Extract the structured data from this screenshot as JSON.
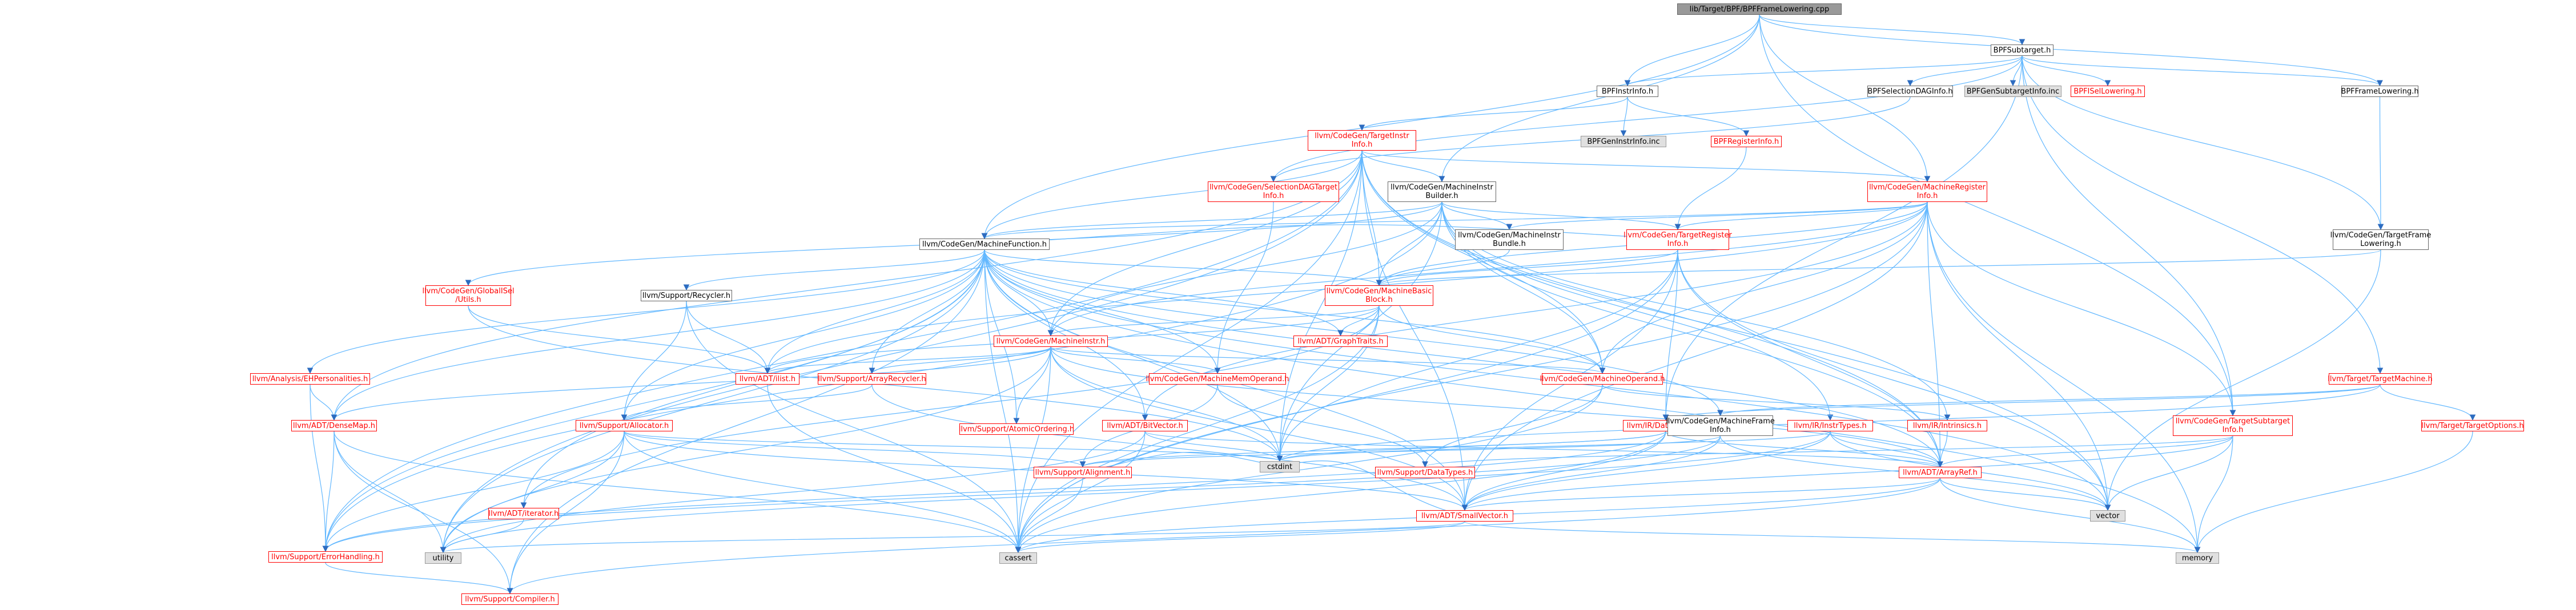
{
  "colors": {
    "edge": "#63b8ff",
    "edge_head": "#2d6cc0",
    "red": "#ff0000",
    "gray_fill": "#e0e0e0",
    "root_fill": "#999999"
  },
  "nodes": [
    {
      "id": "root",
      "label": "lib/Target/BPF/BPFFrameLowering.cpp",
      "kind": "root"
    },
    {
      "id": "subtarget",
      "label": "BPFSubtarget.h",
      "kind": "plain"
    },
    {
      "id": "instrinfo",
      "label": "BPFInstrInfo.h",
      "kind": "plain"
    },
    {
      "id": "seldag",
      "label": "BPFSelectionDAGInfo.h",
      "kind": "plain"
    },
    {
      "id": "gensub",
      "label": "BPFGenSubtargetInfo.inc",
      "kind": "gray"
    },
    {
      "id": "isellow",
      "label": "BPFISelLowering.h",
      "kind": "red"
    },
    {
      "id": "framelow",
      "label": "BPFFrameLowering.h",
      "kind": "plain"
    },
    {
      "id": "tii",
      "label": "llvm/CodeGen/TargetInstr\nInfo.h",
      "kind": "red"
    },
    {
      "id": "geninstr",
      "label": "BPFGenInstrInfo.inc",
      "kind": "gray"
    },
    {
      "id": "reginfo",
      "label": "BPFRegisterInfo.h",
      "kind": "red"
    },
    {
      "id": "sdagtarget",
      "label": "llvm/CodeGen/SelectionDAGTarget\nInfo.h",
      "kind": "red"
    },
    {
      "id": "mibuilder",
      "label": "llvm/CodeGen/MachineInstr\nBuilder.h",
      "kind": "plain"
    },
    {
      "id": "mreginfo",
      "label": "llvm/CodeGen/MachineRegister\nInfo.h",
      "kind": "red"
    },
    {
      "id": "tfl",
      "label": "llvm/CodeGen/TargetFrame\nLowering.h",
      "kind": "plain"
    },
    {
      "id": "mfunc",
      "label": "llvm/CodeGen/MachineFunction.h",
      "kind": "plain"
    },
    {
      "id": "mibundle",
      "label": "llvm/CodeGen/MachineInstr\nBundle.h",
      "kind": "plain"
    },
    {
      "id": "tri",
      "label": "llvm/CodeGen/TargetRegister\nInfo.h",
      "kind": "red"
    },
    {
      "id": "globalisel",
      "label": "llvm/CodeGen/GlobalISel\n/Utils.h",
      "kind": "red"
    },
    {
      "id": "mbb",
      "label": "llvm/CodeGen/MachineBasic\nBlock.h",
      "kind": "red"
    },
    {
      "id": "recycler",
      "label": "llvm/Support/Recycler.h",
      "kind": "plain"
    },
    {
      "id": "graphtraits",
      "label": "llvm/ADT/GraphTraits.h",
      "kind": "red"
    },
    {
      "id": "ehpers",
      "label": "llvm/Analysis/EHPersonalities.h",
      "kind": "red"
    },
    {
      "id": "minstr",
      "label": "llvm/CodeGen/MachineInstr.h",
      "kind": "red"
    },
    {
      "id": "ilist",
      "label": "llvm/ADT/ilist.h",
      "kind": "red"
    },
    {
      "id": "arrrecycler",
      "label": "llvm/Support/ArrayRecycler.h",
      "kind": "red"
    },
    {
      "id": "mmemop",
      "label": "llvm/CodeGen/MachineMemOperand.h",
      "kind": "red"
    },
    {
      "id": "mop",
      "label": "llvm/CodeGen/MachineOperand.h",
      "kind": "red"
    },
    {
      "id": "tm",
      "label": "llvm/Target/TargetMachine.h",
      "kind": "red"
    },
    {
      "id": "densemap",
      "label": "llvm/ADT/DenseMap.h",
      "kind": "red"
    },
    {
      "id": "allocator",
      "label": "llvm/Support/Allocator.h",
      "kind": "red"
    },
    {
      "id": "atomicord",
      "label": "llvm/Support/AtomicOrdering.h",
      "kind": "red"
    },
    {
      "id": "bitvector",
      "label": "llvm/ADT/BitVector.h",
      "kind": "red"
    },
    {
      "id": "cstdint",
      "label": "cstdint",
      "kind": "gray"
    },
    {
      "id": "datalayout",
      "label": "llvm/IR/DataLayout.h",
      "kind": "red"
    },
    {
      "id": "mframeinfo",
      "label": "llvm/CodeGen/MachineFrame\nInfo.h",
      "kind": "plain"
    },
    {
      "id": "instrtypes",
      "label": "llvm/IR/InstrTypes.h",
      "kind": "red"
    },
    {
      "id": "intrinsics",
      "label": "llvm/IR/Intrinsics.h",
      "kind": "red"
    },
    {
      "id": "tsi",
      "label": "llvm/CodeGen/TargetSubtarget\nInfo.h",
      "kind": "red"
    },
    {
      "id": "topts",
      "label": "llvm/Target/TargetOptions.h",
      "kind": "red"
    },
    {
      "id": "iterator",
      "label": "llvm/ADT/iterator.h",
      "kind": "red"
    },
    {
      "id": "alignment",
      "label": "llvm/Support/Alignment.h",
      "kind": "red"
    },
    {
      "id": "datatypes",
      "label": "llvm/Support/DataTypes.h",
      "kind": "red"
    },
    {
      "id": "arrayref",
      "label": "llvm/ADT/ArrayRef.h",
      "kind": "red"
    },
    {
      "id": "smallvec",
      "label": "llvm/ADT/SmallVector.h",
      "kind": "red"
    },
    {
      "id": "vector",
      "label": "vector",
      "kind": "gray"
    },
    {
      "id": "errhandling",
      "label": "llvm/Support/ErrorHandling.h",
      "kind": "red"
    },
    {
      "id": "utility",
      "label": "utility",
      "kind": "gray"
    },
    {
      "id": "cassert",
      "label": "cassert",
      "kind": "gray"
    },
    {
      "id": "memory",
      "label": "memory",
      "kind": "gray"
    },
    {
      "id": "compiler",
      "label": "llvm/Support/Compiler.h",
      "kind": "red"
    }
  ],
  "edges": [
    [
      "root",
      "subtarget"
    ],
    [
      "root",
      "instrinfo"
    ],
    [
      "root",
      "framelow"
    ],
    [
      "root",
      "mibuilder"
    ],
    [
      "root",
      "mfunc"
    ],
    [
      "root",
      "mreginfo"
    ],
    [
      "root",
      "tsi"
    ],
    [
      "subtarget",
      "instrinfo"
    ],
    [
      "subtarget",
      "seldag"
    ],
    [
      "subtarget",
      "gensub"
    ],
    [
      "subtarget",
      "isellow"
    ],
    [
      "subtarget",
      "framelow"
    ],
    [
      "subtarget",
      "tm"
    ],
    [
      "subtarget",
      "tfl"
    ],
    [
      "subtarget",
      "datalayout"
    ],
    [
      "subtarget",
      "tsi"
    ],
    [
      "subtarget",
      "sdagtarget"
    ],
    [
      "instrinfo",
      "tii"
    ],
    [
      "instrinfo",
      "geninstr"
    ],
    [
      "instrinfo",
      "reginfo"
    ],
    [
      "seldag",
      "sdagtarget"
    ],
    [
      "framelow",
      "tfl"
    ],
    [
      "reginfo",
      "tri"
    ],
    [
      "tii",
      "mibuilder"
    ],
    [
      "tii",
      "mfunc"
    ],
    [
      "tii",
      "mbb"
    ],
    [
      "tii",
      "minstr"
    ],
    [
      "tii",
      "mop"
    ],
    [
      "tii",
      "densemap"
    ],
    [
      "tii",
      "arrayref"
    ],
    [
      "tii",
      "smallvec"
    ],
    [
      "tii",
      "errhandling"
    ],
    [
      "tii",
      "utility"
    ],
    [
      "tii",
      "cassert"
    ],
    [
      "tii",
      "cstdint"
    ],
    [
      "tii",
      "vector"
    ],
    [
      "tii",
      "mreginfo"
    ],
    [
      "sdagtarget",
      "mmemop"
    ],
    [
      "sdagtarget",
      "sdagtarget"
    ],
    [
      "mibuilder",
      "mfunc"
    ],
    [
      "mibuilder",
      "mibundle"
    ],
    [
      "mibuilder",
      "mbb"
    ],
    [
      "mibuilder",
      "minstr"
    ],
    [
      "mibuilder",
      "mop"
    ],
    [
      "mibuilder",
      "tri"
    ],
    [
      "mibuilder",
      "globalisel"
    ],
    [
      "mibuilder",
      "intrinsics"
    ],
    [
      "mibuilder",
      "instrtypes"
    ],
    [
      "mibuilder",
      "errhandling"
    ],
    [
      "mibuilder",
      "cstdint"
    ],
    [
      "mibuilder",
      "arrayref"
    ],
    [
      "mreginfo",
      "mfunc"
    ],
    [
      "mreginfo",
      "mbb"
    ],
    [
      "mreginfo",
      "minstr"
    ],
    [
      "mreginfo",
      "mop"
    ],
    [
      "mreginfo",
      "tri"
    ],
    [
      "mreginfo",
      "mibundle"
    ],
    [
      "mreginfo",
      "bitvector"
    ],
    [
      "mreginfo",
      "arrayref"
    ],
    [
      "mreginfo",
      "smallvec"
    ],
    [
      "mreginfo",
      "vector"
    ],
    [
      "mreginfo",
      "memory"
    ],
    [
      "mreginfo",
      "tsi"
    ],
    [
      "mreginfo",
      "ilist"
    ],
    [
      "mreginfo",
      "cassert"
    ],
    [
      "tfl",
      "mbb"
    ],
    [
      "tfl",
      "vector"
    ],
    [
      "mfunc",
      "mbb"
    ],
    [
      "mfunc",
      "minstr"
    ],
    [
      "mfunc",
      "mmemop"
    ],
    [
      "mfunc",
      "recycler"
    ],
    [
      "mfunc",
      "arrrecycler"
    ],
    [
      "mfunc",
      "allocator"
    ],
    [
      "mfunc",
      "ehpers"
    ],
    [
      "mfunc",
      "densemap"
    ],
    [
      "mfunc",
      "ilist"
    ],
    [
      "mfunc",
      "graphtraits"
    ],
    [
      "mfunc",
      "bitvector"
    ],
    [
      "mfunc",
      "atomicord"
    ],
    [
      "mfunc",
      "iterator"
    ],
    [
      "mfunc",
      "errhandling"
    ],
    [
      "mfunc",
      "compiler"
    ],
    [
      "mfunc",
      "utility"
    ],
    [
      "mfunc",
      "cassert"
    ],
    [
      "mfunc",
      "vector"
    ],
    [
      "mfunc",
      "memory"
    ],
    [
      "mfunc",
      "smallvec"
    ],
    [
      "mfunc",
      "arrayref"
    ],
    [
      "mfunc",
      "mop"
    ],
    [
      "mfunc",
      "cstdint"
    ],
    [
      "mfunc",
      "mframeinfo"
    ],
    [
      "mibundle",
      "mbb"
    ],
    [
      "tri",
      "mbb"
    ],
    [
      "tri",
      "mfunc"
    ],
    [
      "tri",
      "datalayout"
    ],
    [
      "tri",
      "cstdint"
    ],
    [
      "tri",
      "cassert"
    ],
    [
      "tri",
      "arrayref"
    ],
    [
      "tri",
      "smallvec"
    ],
    [
      "tri",
      "vector"
    ],
    [
      "globalisel",
      "ilist"
    ],
    [
      "globalisel",
      "cstdint"
    ],
    [
      "mbb",
      "minstr"
    ],
    [
      "mbb",
      "graphtraits"
    ],
    [
      "mbb",
      "ilist"
    ],
    [
      "mbb",
      "mop"
    ],
    [
      "mbb",
      "cstdint"
    ],
    [
      "mbb",
      "cassert"
    ],
    [
      "mbb",
      "iterator"
    ],
    [
      "recycler",
      "allocator"
    ],
    [
      "recycler",
      "ilist"
    ],
    [
      "recycler",
      "cassert"
    ],
    [
      "ehpers",
      "densemap"
    ],
    [
      "ehpers",
      "errhandling"
    ],
    [
      "minstr",
      "mop"
    ],
    [
      "minstr",
      "mmemop"
    ],
    [
      "minstr",
      "arrrecycler"
    ],
    [
      "minstr",
      "atomicord"
    ],
    [
      "minstr",
      "ilist"
    ],
    [
      "minstr",
      "densemap"
    ],
    [
      "minstr",
      "arrayref"
    ],
    [
      "minstr",
      "utility"
    ],
    [
      "minstr",
      "cassert"
    ],
    [
      "minstr",
      "cstdint"
    ],
    [
      "minstr",
      "smallvec"
    ],
    [
      "ilist",
      "cassert"
    ],
    [
      "arrrecycler",
      "allocator"
    ],
    [
      "arrrecycler",
      "smallvec"
    ],
    [
      "mmemop",
      "datatypes"
    ],
    [
      "mmemop",
      "alignment"
    ],
    [
      "mop",
      "intrinsics"
    ],
    [
      "mop",
      "datatypes"
    ],
    [
      "mop",
      "cassert"
    ],
    [
      "tm",
      "topts"
    ],
    [
      "tm",
      "datalayout"
    ],
    [
      "tm",
      "mframeinfo"
    ],
    [
      "tm",
      "cstdint"
    ],
    [
      "densemap",
      "utility"
    ],
    [
      "densemap",
      "cassert"
    ],
    [
      "densemap",
      "errhandling"
    ],
    [
      "densemap",
      "compiler"
    ],
    [
      "allocator",
      "alignment"
    ],
    [
      "allocator",
      "errhandling"
    ],
    [
      "allocator",
      "utility"
    ],
    [
      "allocator",
      "compiler"
    ],
    [
      "allocator",
      "cstdint"
    ],
    [
      "allocator",
      "cassert"
    ],
    [
      "allocator",
      "smallvec"
    ],
    [
      "bitvector",
      "cstdint"
    ],
    [
      "bitvector",
      "cassert"
    ],
    [
      "bitvector",
      "utility"
    ],
    [
      "bitvector",
      "arrayref"
    ],
    [
      "datalayout",
      "alignment"
    ],
    [
      "datalayout",
      "smallvec"
    ],
    [
      "datalayout",
      "cassert"
    ],
    [
      "datalayout",
      "cstdint"
    ],
    [
      "datalayout",
      "errhandling"
    ],
    [
      "datalayout",
      "arrayref"
    ],
    [
      "mframeinfo",
      "vector"
    ],
    [
      "mframeinfo",
      "alignment"
    ],
    [
      "mframeinfo",
      "smallvec"
    ],
    [
      "mframeinfo",
      "errhandling"
    ],
    [
      "instrtypes",
      "arrayref"
    ],
    [
      "instrtypes",
      "cstdint"
    ],
    [
      "instrtypes",
      "utility"
    ],
    [
      "instrtypes",
      "smallvec"
    ],
    [
      "instrtypes",
      "vector"
    ],
    [
      "intrinsics",
      "arrayref"
    ],
    [
      "tsi",
      "arrayref"
    ],
    [
      "tsi",
      "smallvec"
    ],
    [
      "tsi",
      "vector"
    ],
    [
      "tsi",
      "memory"
    ],
    [
      "tsi",
      "datatypes"
    ],
    [
      "topts",
      "memory"
    ],
    [
      "iterator",
      "utility"
    ],
    [
      "alignment",
      "cassert"
    ],
    [
      "alignment",
      "cstdint"
    ],
    [
      "arrayref",
      "smallvec"
    ],
    [
      "arrayref",
      "vector"
    ],
    [
      "arrayref",
      "cassert"
    ],
    [
      "arrayref",
      "memory"
    ],
    [
      "arrayref",
      "compiler"
    ],
    [
      "smallvec",
      "utility"
    ],
    [
      "smallvec",
      "cassert"
    ],
    [
      "smallvec",
      "memory"
    ],
    [
      "smallvec",
      "cstdint"
    ],
    [
      "errhandling",
      "compiler"
    ]
  ]
}
